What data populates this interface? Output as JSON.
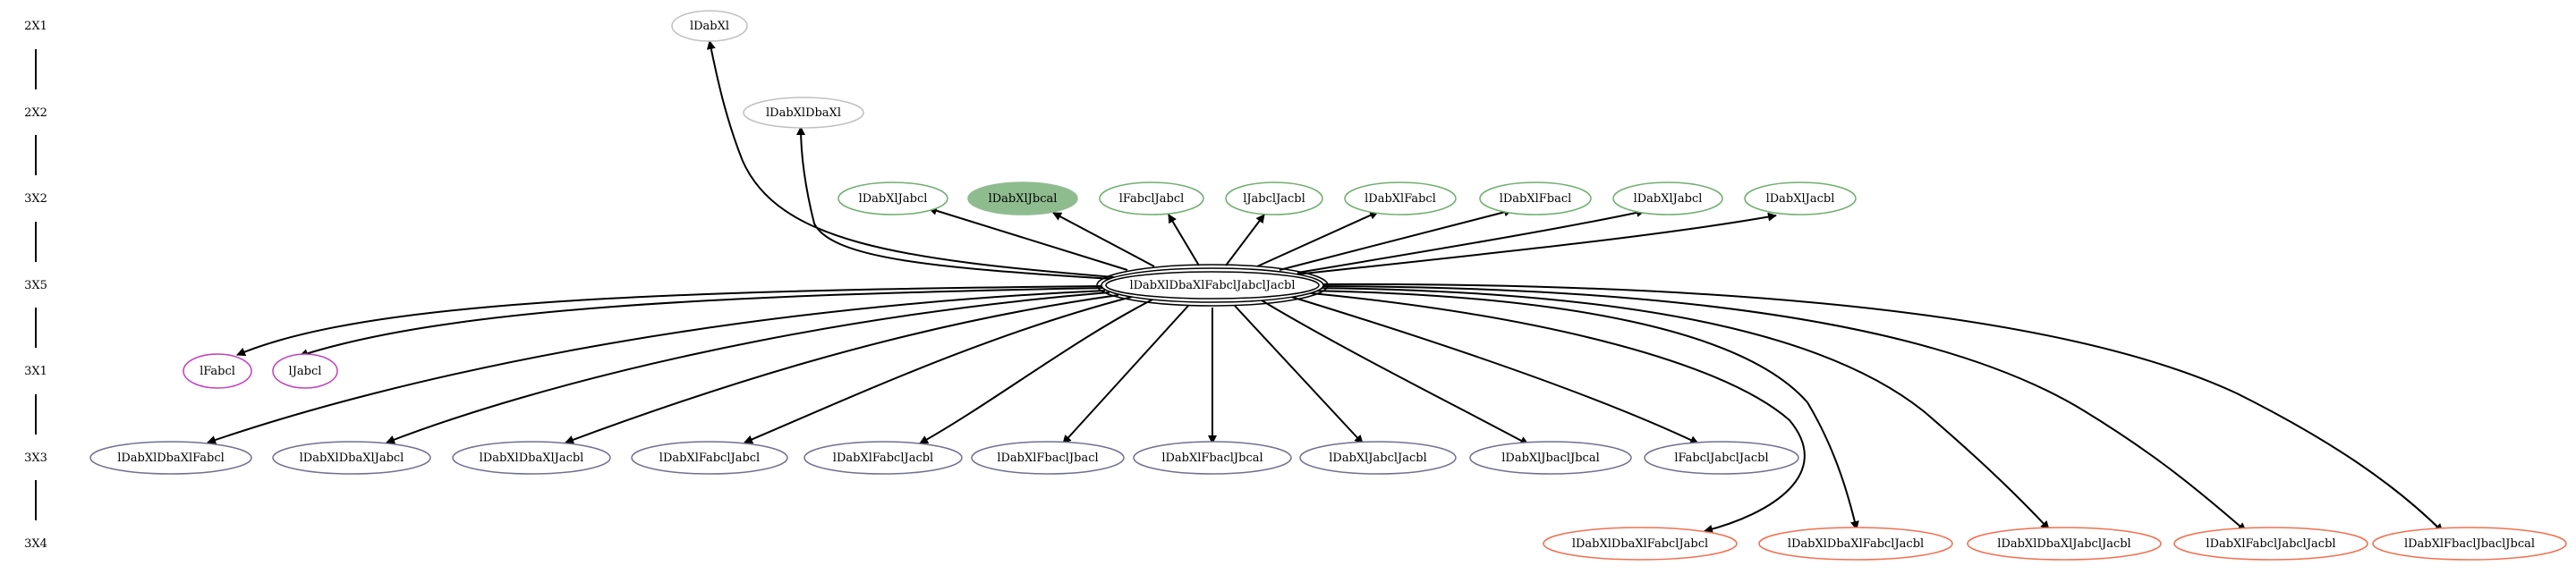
{
  "colors": {
    "gray": "#c0c0c0",
    "green": "#6fae6f",
    "green_fill": "#8fbc8f",
    "magenta": "#c040c0",
    "slate": "#707090",
    "orange": "#f07050",
    "black": "#000000"
  },
  "ranks": [
    {
      "id": "r0",
      "label": "2X1"
    },
    {
      "id": "r1",
      "label": "2X2"
    },
    {
      "id": "r2",
      "label": "3X2"
    },
    {
      "id": "r3",
      "label": "3X5"
    },
    {
      "id": "r4",
      "label": "3X1"
    },
    {
      "id": "r5",
      "label": "3X3"
    },
    {
      "id": "r6",
      "label": "3X4"
    }
  ],
  "center": {
    "label": "lDabXlDbaXlFabclJabclJacbl"
  },
  "nodes": {
    "a1": {
      "label": "lDabXl",
      "group": "gray"
    },
    "a2": {
      "label": "lDabXlDbaXl",
      "group": "gray"
    },
    "g1": {
      "label": "lDabXlJabcl",
      "group": "green"
    },
    "g2": {
      "label": "lDabXlJbcal",
      "group": "green-filled"
    },
    "g3": {
      "label": "lFabclJabcl",
      "group": "green"
    },
    "g4": {
      "label": "lJabclJacbl",
      "group": "green"
    },
    "g5": {
      "label": "lDabXlFabcl",
      "group": "green"
    },
    "g6": {
      "label": "lDabXlFbacl",
      "group": "green"
    },
    "g7": {
      "label": "lDabXlJabcl",
      "group": "green"
    },
    "g8": {
      "label": "lDabXlJacbl",
      "group": "green"
    },
    "m1": {
      "label": "lFabcl",
      "group": "magenta"
    },
    "m2": {
      "label": "lJabcl",
      "group": "magenta"
    },
    "s1": {
      "label": "lDabXlDbaXlFabcl",
      "group": "slate"
    },
    "s2": {
      "label": "lDabXlDbaXlJabcl",
      "group": "slate"
    },
    "s3": {
      "label": "lDabXlDbaXlJacbl",
      "group": "slate"
    },
    "s4": {
      "label": "lDabXlFabclJabcl",
      "group": "slate"
    },
    "s5": {
      "label": "lDabXlFabclJacbl",
      "group": "slate"
    },
    "s6": {
      "label": "lDabXlFbaclJbacl",
      "group": "slate"
    },
    "s7": {
      "label": "lDabXlFbaclJbcal",
      "group": "slate"
    },
    "s8": {
      "label": "lDabXlJabclJacbl",
      "group": "slate"
    },
    "s9": {
      "label": "lDabXlJbaclJbcal",
      "group": "slate"
    },
    "s10": {
      "label": "lFabclJabclJacbl",
      "group": "slate"
    },
    "o1": {
      "label": "lDabXlDbaXlFabclJabcl",
      "group": "orange"
    },
    "o2": {
      "label": "lDabXlDbaXlFabclJacbl",
      "group": "orange"
    },
    "o3": {
      "label": "lDabXlDbaXlJabclJacbl",
      "group": "orange"
    },
    "o4": {
      "label": "lDabXlFabclJabclJacbl",
      "group": "orange"
    },
    "o5": {
      "label": "lDabXlFbaclJbaclJbcal",
      "group": "orange"
    }
  }
}
